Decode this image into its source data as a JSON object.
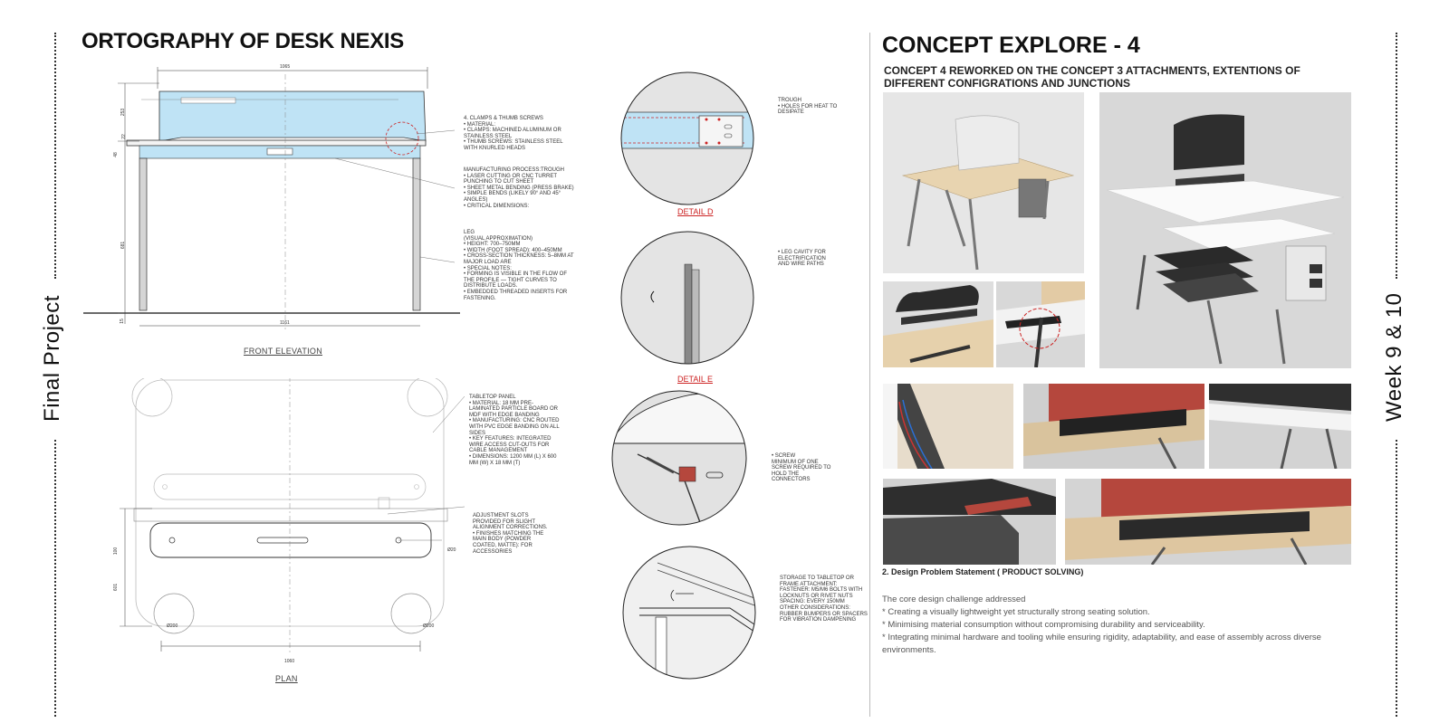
{
  "side_left": {
    "label": "Final Project"
  },
  "side_right": {
    "label": "Week 9 & 10"
  },
  "left": {
    "title": "ORTOGRAPHY OF DESK NEXIS",
    "front_caption": "FRONT ELEVATION",
    "plan_caption": "PLAN",
    "dims": {
      "top_width": "1065",
      "bottom_width": "1161",
      "plan_width": "1060",
      "h1": "253",
      "h2": "22",
      "h3": "48",
      "h4": "681",
      "h5": "15",
      "plan_d1": "100",
      "plan_d2": "601",
      "dia_a": "Ø20",
      "dia_b": "Ø200",
      "dia_c": "Ø200"
    },
    "notes": {
      "clamps": "4. CLAMPS & THUMB SCREWS\n•      MATERIAL:\n•      CLAMPS: MACHINED ALUMINUM OR STAINLESS STEEL\n•      THUMB SCREWS: STAINLESS STEEL WITH KNURLED HEADS",
      "manufacturing": "MANUFACTURING PROCESS:TROUGH\n•      LASER CUTTING OR CNC TURRET PUNCHING TO CUT SHEET\n•      SHEET METAL BENDING (PRESS BRAKE)\n•      SIMPLE BENDS (LIKELY 90° AND 45° ANGLES)\n•      CRITICAL DIMENSIONS:",
      "leg": "LEG\n(VISUAL APPROXIMATION)\n•      HEIGHT: 700–750MM\n•      WIDTH (FOOT SPREAD): 400–450MM\n•      CROSS-SECTION THICKNESS: 5–8MM AT MAJOR LOAD ARE\n•      SPECIAL NOTES:\n•      FORMING IS VISIBLE IN THE FLOW OF THE PROFILE — TIGHT CURVES TO DISTRIBUTE LOADS.\n•      EMBEDDED THREADED INSERTS FOR FASTENING.",
      "tabletop": "TABLETOP PANEL\n•      MATERIAL: 18 MM PRE-LAMINATED PARTICLE BOARD OR MDF WITH EDGE BANDING\n•      MANUFACTURING: CNC ROUTED WITH PVC EDGE BANDING ON ALL SIDES\n•      KEY FEATURES: INTEGRATED WIRE ACCESS CUT-OUTS FOR CABLE MANAGEMENT\n•      DIMENSIONS: 1200 MM (L) X 600 MM (W) X 18 MM (T)",
      "adjust": "ADJUSTMENT SLOTS PROVIDED FOR SLIGHT ALIGNMENT CORRECTIONS.\n•      FINISHES MATCHING THE MAIN BODY (POWDER COATED, MATTE): FOR ACCESSORIES"
    }
  },
  "details": {
    "trough": "TROUGH\n•      HOLES FOR HEAT TO DESIPATE",
    "detail_d": "DETAIL D",
    "leg_cavity": "•      LEG CAVITY FOR ELECTRIFICATION AND WIRE PATHS",
    "detail_e": "DETAIL E",
    "screw": "•      SCREW\nMINIMUM OF ONE SCREW REQUIRED TO HOLD THE CONNECTORS",
    "storage": "STORAGE TO TABLETOP OR FRAME ATTACHMENT:\nFASTENER: M5/M6 BOLTS WITH LOCKNUTS OR RIVET NUTS\nSPACING: EVERY 150MM\nOTHER CONSIDERATIONS:\nRUBBER BUMPERS OR SPACERS FOR VIBRATION DAMPENING"
  },
  "right": {
    "title": "CONCEPT EXPLORE - 4",
    "subtitle": "CONCEPT 4  REWORKED ON THE CONCEPT 3 ATTACHMENTS, EXTENTIONS OF DIFFERENT CONFIGRATIONS AND JUNCTIONS",
    "problem_heading": "2. Design Problem Statement ( PRODUCT SOLVING)",
    "problem_lines": [
      "The core design challenge addressed",
      "* Creating a visually lightweight yet structurally strong seating solution.",
      "* Minimising material consumption without compromising durability and serviceability.",
      "* Integrating minimal hardware and tooling while ensuring rigidity, adaptability, and ease of assembly across diverse environments."
    ]
  },
  "colors": {
    "blue": "#bfe3f5",
    "red": "#cc2222",
    "render_bg": "#dcdcdc",
    "wood": "#e8d4b0",
    "leg": "#6d6d6d",
    "panel_red": "#b5473d"
  }
}
